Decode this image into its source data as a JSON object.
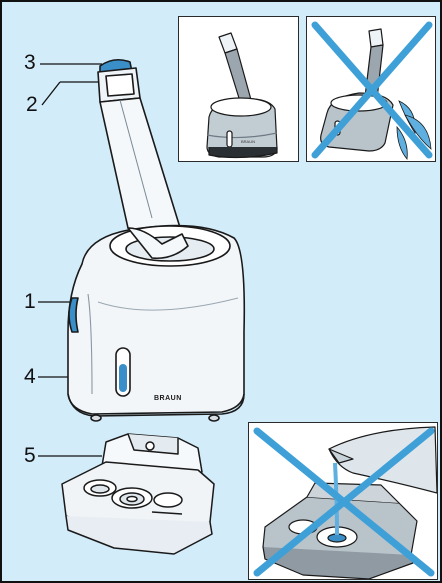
{
  "callouts": [
    {
      "id": "3",
      "label": "3"
    },
    {
      "id": "2",
      "label": "2"
    },
    {
      "id": "1",
      "label": "1"
    },
    {
      "id": "4",
      "label": "4"
    },
    {
      "id": "5",
      "label": "5"
    }
  ],
  "brand": "BRAUN",
  "colors": {
    "background": "#d3ecfa",
    "accent_blue": "#3a8fc8",
    "cross": "#3fa0d8",
    "outline": "#1a1a1a"
  },
  "panels": {
    "correct": {
      "icon": "upright-station-icon"
    },
    "wrong_tilted": {
      "icon": "tilted-station-spill-icon",
      "mark": "cross-icon"
    },
    "wrong_refill": {
      "icon": "refill-pour-icon",
      "mark": "cross-icon"
    }
  }
}
